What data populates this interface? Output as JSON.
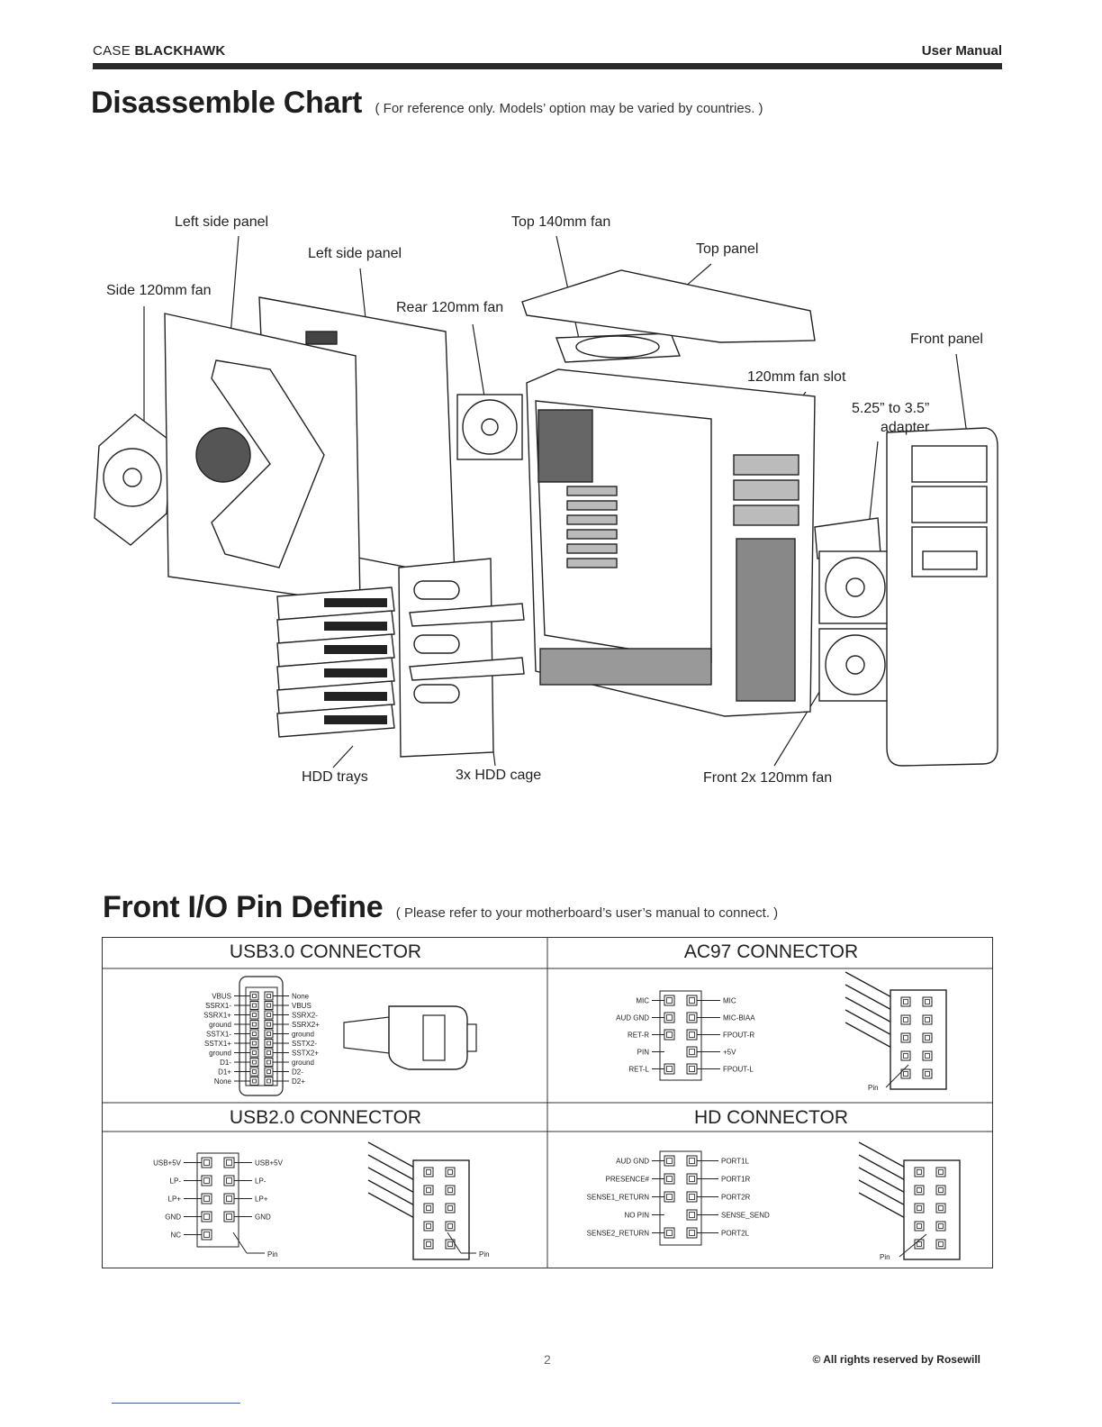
{
  "header": {
    "brand_prefix": "CASE",
    "brand_name": "BLACKHAWK",
    "doc_type": "User Manual"
  },
  "disassemble": {
    "title": "Disassemble Chart",
    "note": "( For reference only. Models’ option may be varied by countries. )",
    "labels": {
      "left_side_panel_1": "Left side panel",
      "left_side_panel_2": "Left side panel",
      "side_fan": "Side 120mm fan",
      "rear_fan": "Rear 120mm fan",
      "top_fan": "Top 140mm fan",
      "top_panel": "Top panel",
      "front_panel": "Front panel",
      "fan_slot": "120mm fan slot",
      "adapter_1": "5.25” to 3.5”",
      "adapter_2": "adapter",
      "hdd_trays": "HDD trays",
      "hdd_cage": "3x HDD cage",
      "front_fans": "Front 2x 120mm fan"
    }
  },
  "pin_define": {
    "title": "Front I/O Pin Define",
    "note": "( Please refer to your motherboard’s user’s manual to connect. )",
    "usb3": {
      "title": "USB3.0 CONNECTOR",
      "left": [
        "VBUS",
        "SSRX1-",
        "SSRX1+",
        "ground",
        "SSTX1-",
        "SSTX1+",
        "ground",
        "D1-",
        "D1+",
        "None"
      ],
      "right": [
        "None",
        "VBUS",
        "SSRX2-",
        "SSRX2+",
        "ground",
        "SSTX2-",
        "SSTX2+",
        "ground",
        "D2-",
        "D2+"
      ]
    },
    "ac97": {
      "title": "AC97 CONNECTOR",
      "left": [
        "MIC",
        "AUD GND",
        "RET-R",
        "PIN",
        "RET-L"
      ],
      "right": [
        "MIC",
        "MIC-BIAA",
        "FPOUT-R",
        "+5V",
        "FPOUT-L"
      ],
      "pin": "Pin"
    },
    "usb2": {
      "title": "USB2.0 CONNECTOR",
      "left": [
        "USB+5V",
        "LP-",
        "LP+",
        "GND",
        "NC"
      ],
      "right": [
        "USB+5V",
        "LP-",
        "LP+",
        "GND"
      ],
      "pin_a": "Pin",
      "pin_b": "Pin"
    },
    "hd": {
      "title": "HD CONNECTOR",
      "left": [
        "AUD GND",
        "PRESENCE#",
        "SENSE1_RETURN",
        "NO PIN",
        "SENSE2_RETURN"
      ],
      "right": [
        "PORT1L",
        "PORT1R",
        "PORT2R",
        "SENSE_SEND",
        "PORT2L"
      ],
      "pin": "Pin"
    }
  },
  "footer": {
    "page": "2",
    "copyright": "© All rights reserved by Rosewill"
  }
}
